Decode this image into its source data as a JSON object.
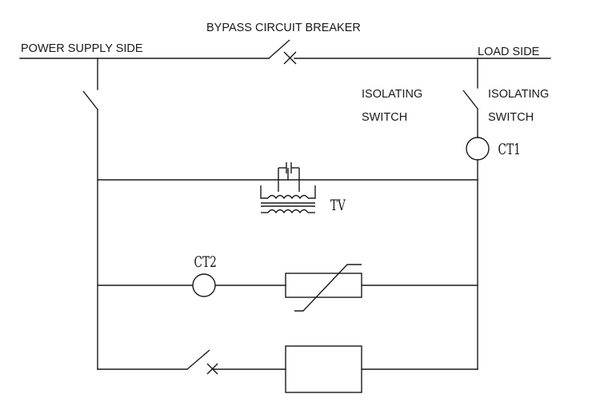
{
  "labels": {
    "power_supply_side": "POWER SUPPLY SIDE",
    "bypass_circuit_breaker": "BYPASS CIRCUIT BREAKER",
    "load_side": "LOAD SIDE",
    "isolating_switch_1_line1": "ISOLATING",
    "isolating_switch_1_line2": "SWITCH",
    "isolating_switch_2_line1": "ISOLATING",
    "isolating_switch_2_line2": "SWITCH",
    "ct1": "CT1",
    "tv": "TV",
    "ct2": "CT2"
  }
}
